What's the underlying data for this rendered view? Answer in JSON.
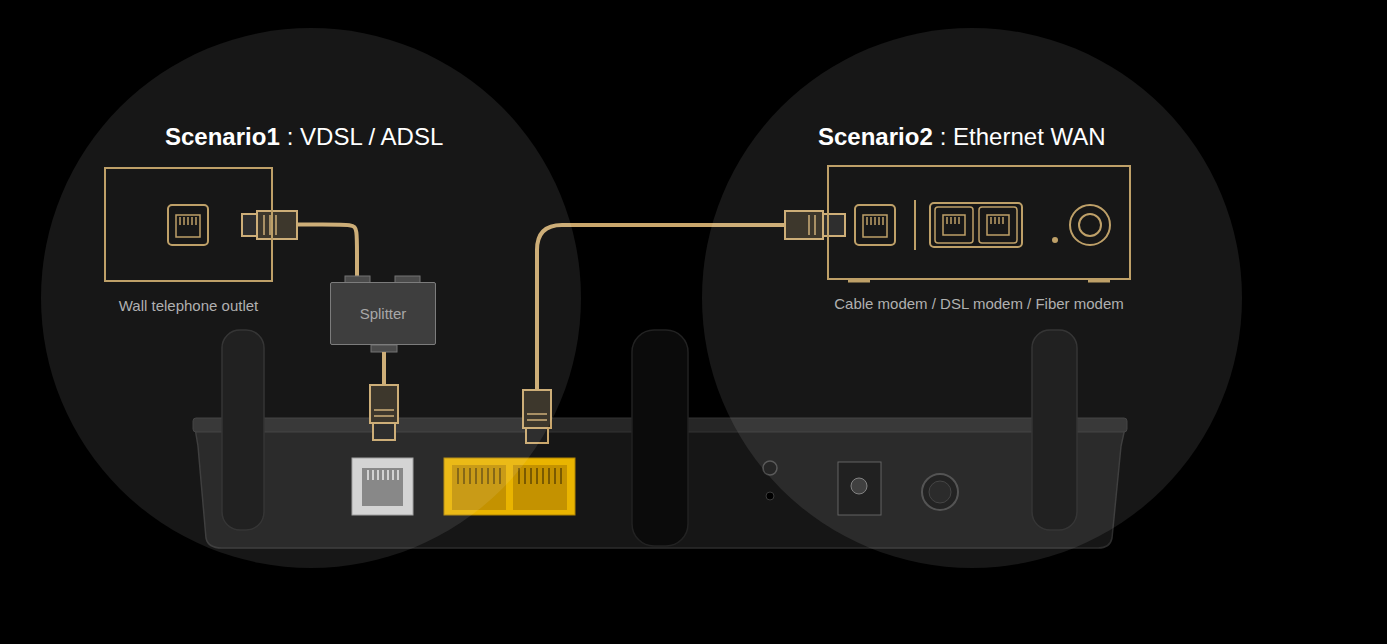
{
  "diagram": {
    "nodes": [
      {
        "text": [
          "Scenario1",
          ": VDSL / ADSL"
        ]
      },
      {
        "text": [
          "Wall telephone outlet"
        ],
        "in": 0
      },
      {
        "text": [
          "Splitter"
        ],
        "in": 0
      },
      {
        "text": [
          "Scenario2",
          ": Ethernet WAN"
        ]
      },
      {
        "text": [
          "Cable modem / DSL modem / Fiber modem"
        ],
        "in": 3
      }
    ],
    "edges": [
      {
        "from": 1,
        "to": 2,
        "arrow": "none"
      }
    ]
  }
}
